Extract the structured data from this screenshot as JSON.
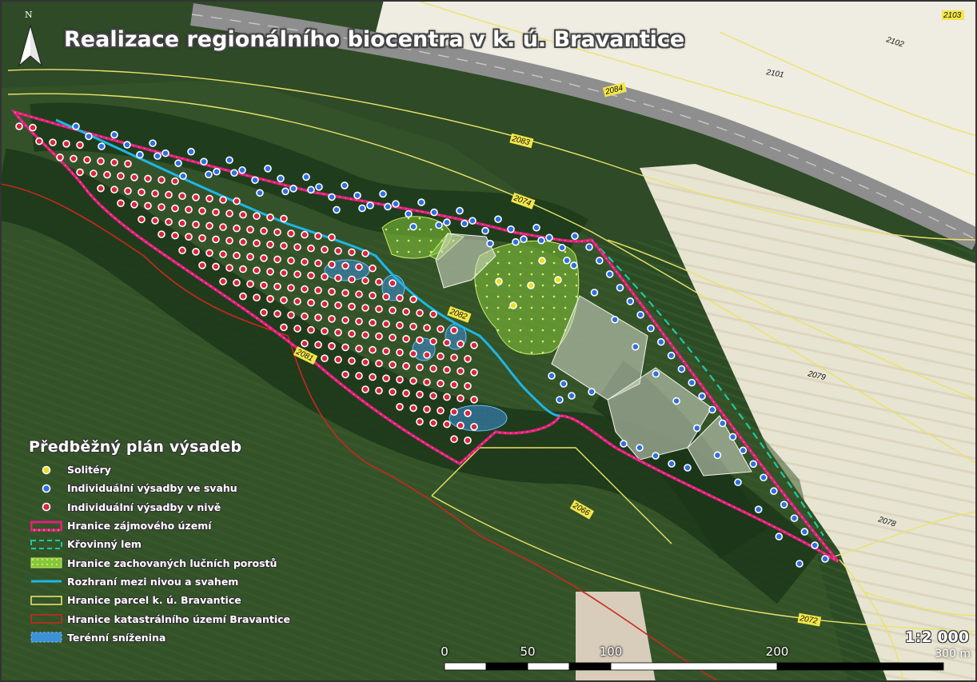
{
  "title": "Realizace regionálního biocentra v k. ú. Bravantice",
  "north_label": "N",
  "legend": {
    "title": "Předběžný plán výsadeb",
    "items": [
      {
        "key": "solitery",
        "label": "Solitéry"
      },
      {
        "key": "svah",
        "label": "Individuální výsadby ve svahu"
      },
      {
        "key": "niva",
        "label": "Individuální výsadby v nivě"
      },
      {
        "key": "hranice_uzemi",
        "label": "Hranice zájmového území"
      },
      {
        "key": "krovinny",
        "label": "Křovinný lem"
      },
      {
        "key": "lucni",
        "label": "Hranice zachovaných lučních porostů"
      },
      {
        "key": "rozhrani",
        "label": "Rozhraní mezi nivou a svahem"
      },
      {
        "key": "parcely",
        "label": "Hranice parcel k. ú. Bravantice"
      },
      {
        "key": "katastr",
        "label": "Hranice katastrálního území Bravantice"
      },
      {
        "key": "snizenina",
        "label": "Terénní sníženina"
      }
    ]
  },
  "parcel_labels": {
    "p2103": "2103",
    "p2102": "2102",
    "p2101": "2101",
    "p2084": "2084",
    "p2083": "2083",
    "p2074": "2074",
    "p2082": "2082",
    "p2081": "2081",
    "p2079": "2079",
    "p2078": "2078",
    "p2066": "2066",
    "p2072": "2072"
  },
  "scale": {
    "ratio": "1:2 000",
    "ticks": [
      "0",
      "50",
      "100",
      "200"
    ],
    "unit": "300 m"
  },
  "colors": {
    "solitery": "#e8e020",
    "svah": "#2f6fe0",
    "niva": "#d7263d",
    "boundary": "#e0207a",
    "krovinny": "#1fc9a0",
    "lucni": "#8ed62e",
    "rozhrani": "#1eb6e8",
    "parcely": "#e9e36a",
    "katastr": "#c8281e",
    "snizenina": "#3a8fd8"
  }
}
